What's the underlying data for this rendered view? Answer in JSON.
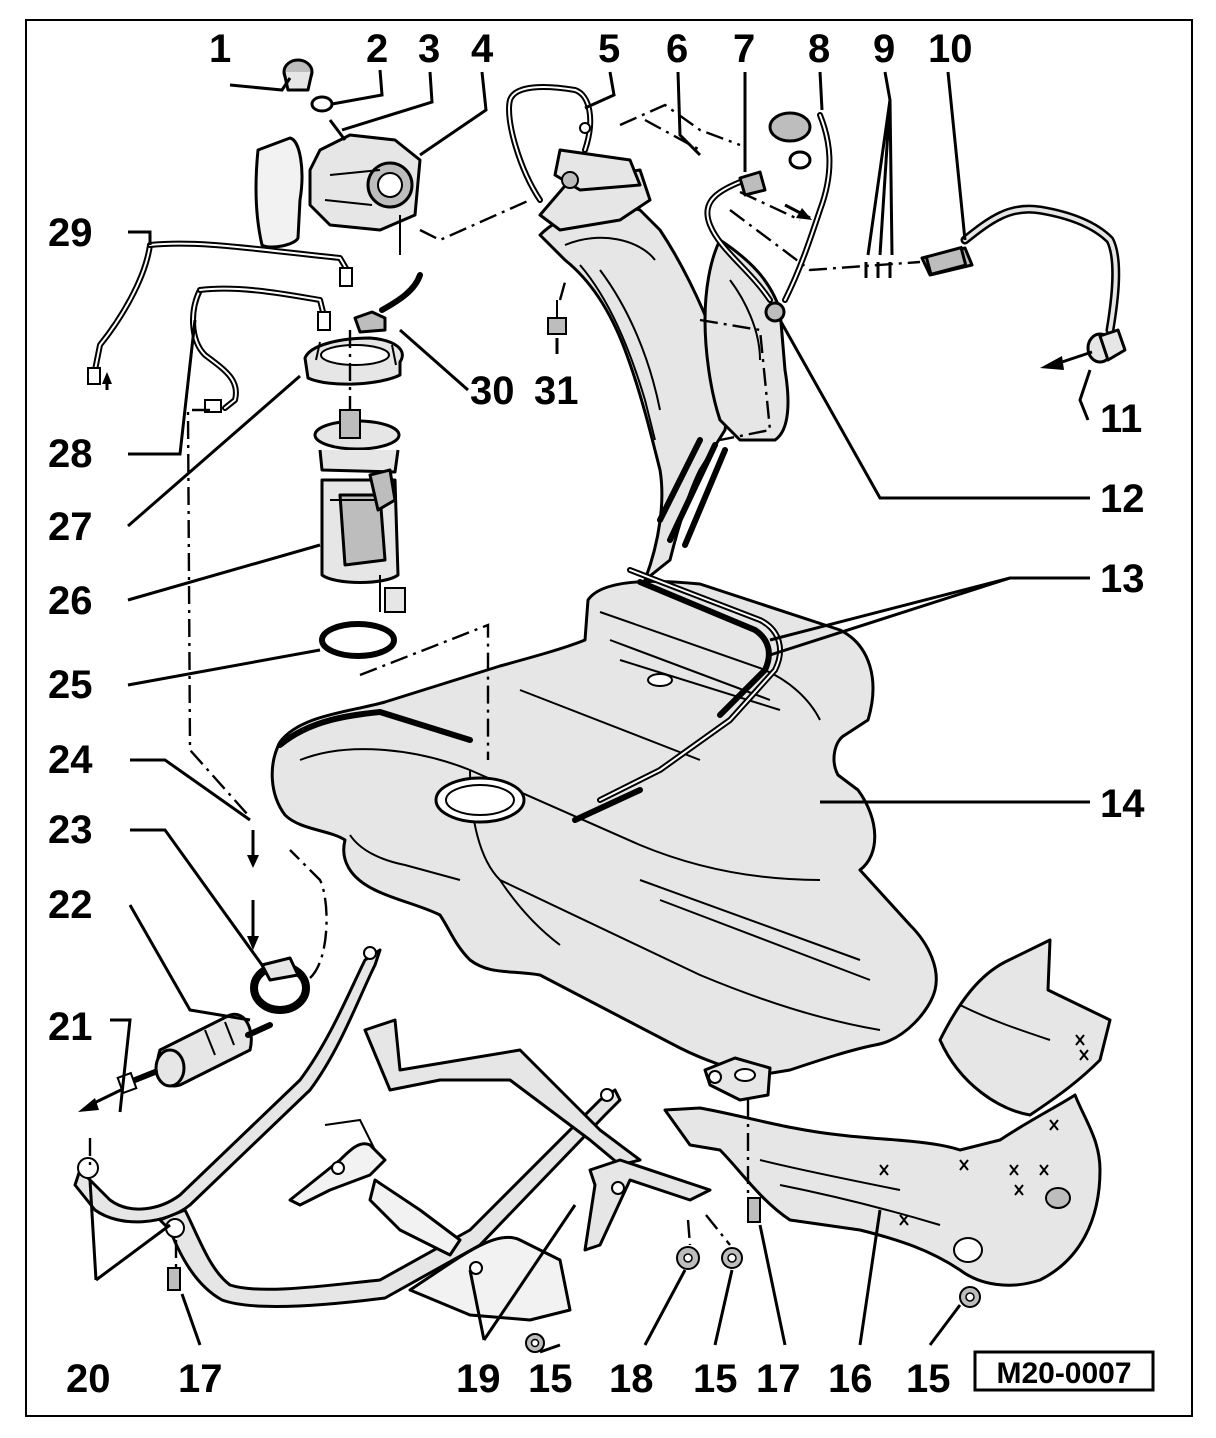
{
  "diagram": {
    "reference_code": "M20-0007",
    "callouts": [
      {
        "id": "c1",
        "label": "1"
      },
      {
        "id": "c2",
        "label": "2"
      },
      {
        "id": "c3",
        "label": "3"
      },
      {
        "id": "c4",
        "label": "4"
      },
      {
        "id": "c5",
        "label": "5"
      },
      {
        "id": "c6",
        "label": "6"
      },
      {
        "id": "c7",
        "label": "7"
      },
      {
        "id": "c8",
        "label": "8"
      },
      {
        "id": "c9",
        "label": "9"
      },
      {
        "id": "c10",
        "label": "10"
      },
      {
        "id": "c11",
        "label": "11"
      },
      {
        "id": "c12",
        "label": "12"
      },
      {
        "id": "c13",
        "label": "13"
      },
      {
        "id": "c14",
        "label": "14"
      },
      {
        "id": "c15a",
        "label": "15"
      },
      {
        "id": "c15b",
        "label": "15"
      },
      {
        "id": "c15c",
        "label": "15"
      },
      {
        "id": "c16",
        "label": "16"
      },
      {
        "id": "c17a",
        "label": "17"
      },
      {
        "id": "c17b",
        "label": "17"
      },
      {
        "id": "c18",
        "label": "18"
      },
      {
        "id": "c19",
        "label": "19"
      },
      {
        "id": "c20",
        "label": "20"
      },
      {
        "id": "c21",
        "label": "21"
      },
      {
        "id": "c22",
        "label": "22"
      },
      {
        "id": "c23",
        "label": "23"
      },
      {
        "id": "c24",
        "label": "24"
      },
      {
        "id": "c25",
        "label": "25"
      },
      {
        "id": "c26",
        "label": "26"
      },
      {
        "id": "c27",
        "label": "27"
      },
      {
        "id": "c28",
        "label": "28"
      },
      {
        "id": "c29",
        "label": "29"
      },
      {
        "id": "c30",
        "label": "30"
      },
      {
        "id": "c31",
        "label": "31"
      }
    ]
  }
}
